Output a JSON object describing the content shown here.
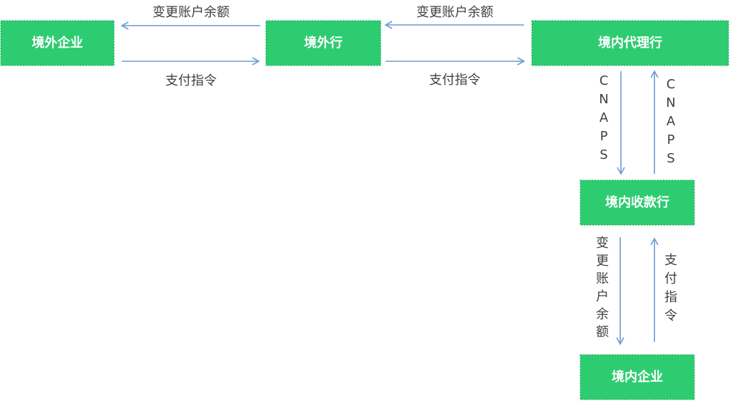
{
  "nodes": {
    "overseas_enterprise": "境外企业",
    "overseas_bank": "境外行",
    "domestic_agent_bank": "境内代理行",
    "domestic_receiving_bank": "境内收款行",
    "domestic_enterprise": "境内企业"
  },
  "edges": {
    "change_balance_1": "变更账户余额",
    "payment_order_1": "支付指令",
    "change_balance_2": "变更账户余额",
    "payment_order_2": "支付指令",
    "cnaps_down": "CNAPS",
    "cnaps_up": "CNAPS",
    "change_balance_3": "变更账户余额",
    "payment_order_3": "支付指令"
  },
  "colors": {
    "node_fill": "#2ecc71",
    "node_text": "#ffffff",
    "arrow": "#6b9bd1",
    "label_text": "#404040"
  }
}
